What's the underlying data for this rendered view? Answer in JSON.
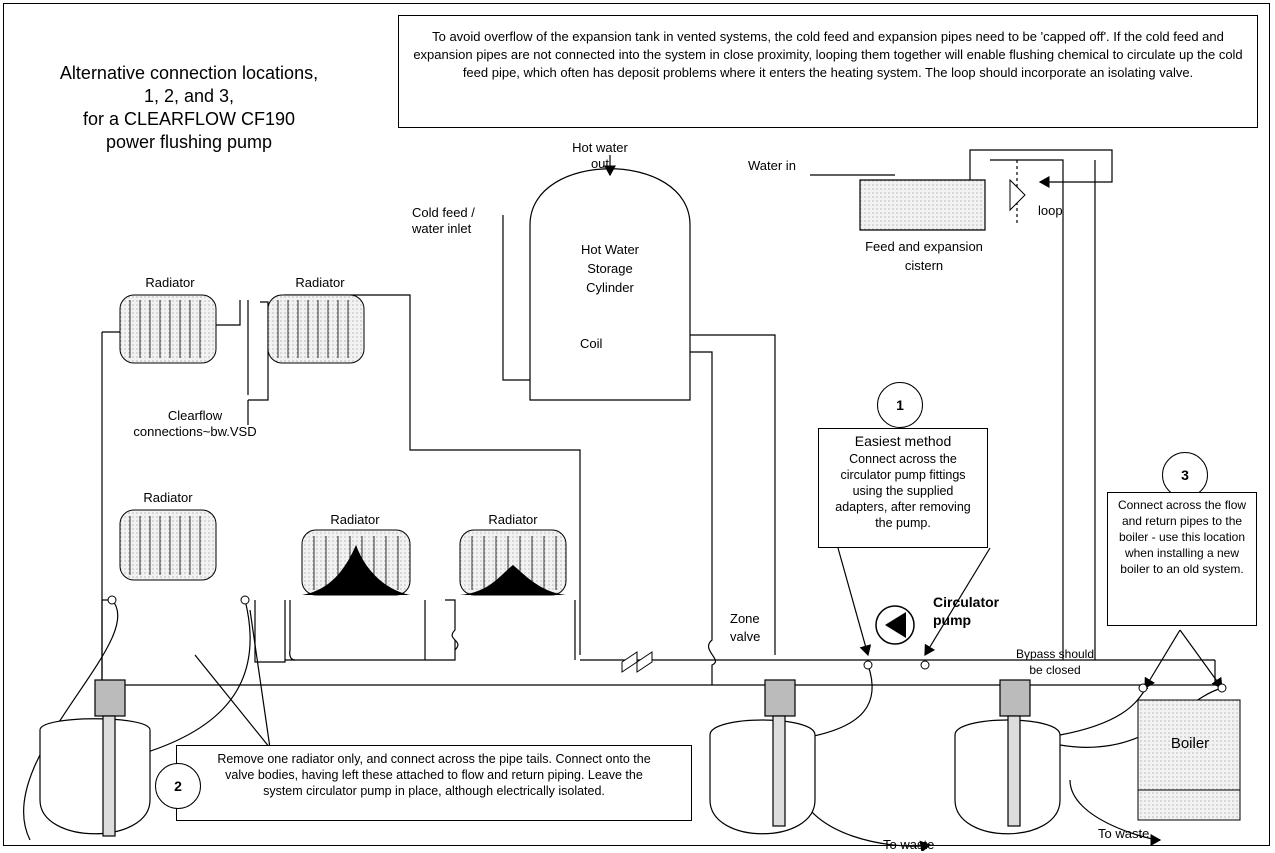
{
  "title_lines": [
    "Alternative connection locations,",
    "1, 2, and 3,",
    "for a CLEARFLOW CF190",
    "power flushing pump"
  ],
  "top_note": "To avoid overflow of the expansion tank in vented systems, the cold feed and expansion pipes need to be 'capped off'.  If the cold feed and expansion pipes are not connected into the system in close proximity, looping them together will enable flushing chemical to circulate up the cold feed pipe, which often has deposit problems where it enters the heating system. The loop should incorporate an isolating valve.",
  "labels": {
    "hot_water_out": "Hot water\nout",
    "cold_feed": "Cold feed /\nwater inlet",
    "cylinder": "Hot Water\nStorage\nCylinder",
    "coil": "Coil",
    "water_in": "Water in",
    "loop": "loop",
    "cistern": "Feed and expansion\ncistern",
    "radiator": "Radiator",
    "clearflow_connections": "Clearflow\nconnections~bw.VSD",
    "zone_valve": "Zone\nvalve",
    "circulator_pump": "Circulator\npump",
    "bypass": "Bypass should\nbe closed",
    "boiler": "Boiler",
    "to_waste": "To waste"
  },
  "methods": {
    "m1": {
      "number": "1",
      "heading": "Easiest method",
      "text": "Connect across the circulator pump fittings using the supplied adapters, after removing the pump."
    },
    "m2": {
      "number": "2",
      "text": "Remove one radiator only, and connect across the pipe tails. Connect onto the valve bodies, having left these attached to flow and return piping. Leave the system circulator pump in place, although electrically isolated."
    },
    "m3": {
      "number": "3",
      "text": "Connect across the flow and return pipes to the boiler - use this location when installing a new boiler to an old system."
    }
  },
  "colors": {
    "line": "#000000",
    "radiator_fill": "#e8e8e8",
    "sludge": "#000000",
    "boiler_fill": "#eeeeee"
  }
}
